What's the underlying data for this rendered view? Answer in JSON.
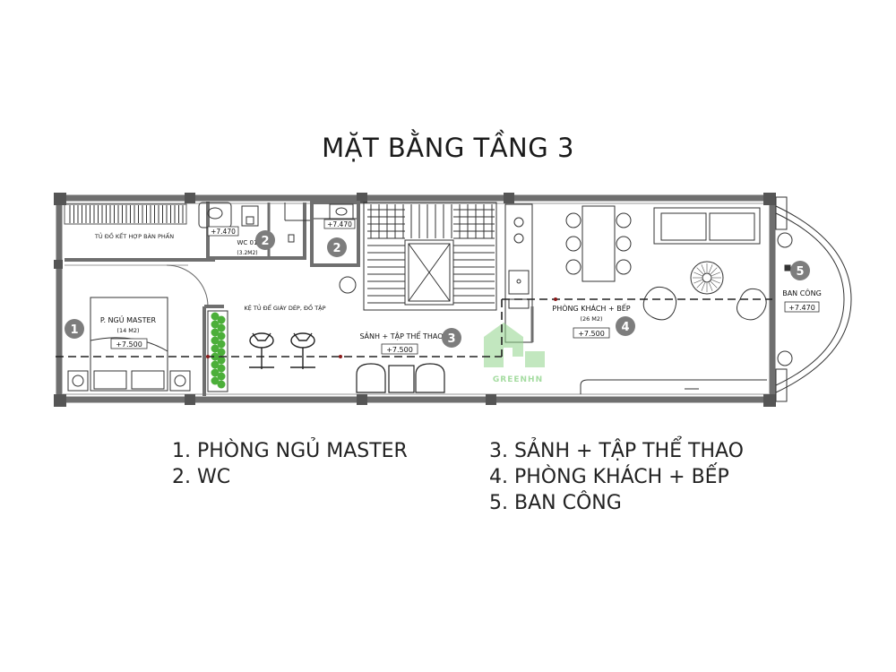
{
  "title": "MẶT BẰNG TẦNG 3",
  "plan_labels": {
    "wardrobe": "TỦ ĐỒ KẾT HỢP BÀN PHẤN",
    "bedroom": "P. NGỦ MASTER",
    "bedroom_area": "(14 M2)",
    "bedroom_level": "+7.500",
    "wc1": "WC 01",
    "wc1_area": "(3.2M2)",
    "wc1_level": "+7.470",
    "wc2_level": "+7.470",
    "shoe_cabinet": "KỆ TỦ ĐỂ GIÀY DÉP, ĐỒ TẬP",
    "lobby": "SẢNH + TẬP THỂ THAO",
    "lobby_level": "+7.500",
    "living": "PHÒNG KHÁCH + BẾP",
    "living_area": "(26 M2)",
    "living_level": "+7.500",
    "balcony": "BAN CÔNG",
    "balcony_level": "+7.470",
    "watermark": "GREENHN"
  },
  "markers": [
    "1",
    "2",
    "2",
    "3",
    "4",
    "5"
  ],
  "legend": {
    "left": [
      "1. PHÒNG NGỦ MASTER",
      "2. WC"
    ],
    "right": [
      "3. SẢNH + TẬP THỂ THAO",
      "4. PHÒNG KHÁCH + BẾP",
      "5. BAN CÔNG"
    ]
  },
  "colors": {
    "wall": "#6f6f6f",
    "column": "#555555",
    "marker": "#7d7d7d",
    "plant": "#4caf3a",
    "watermark": "#8fd48a",
    "section_line": "#222222",
    "section_dot": "#8b1a1a"
  }
}
